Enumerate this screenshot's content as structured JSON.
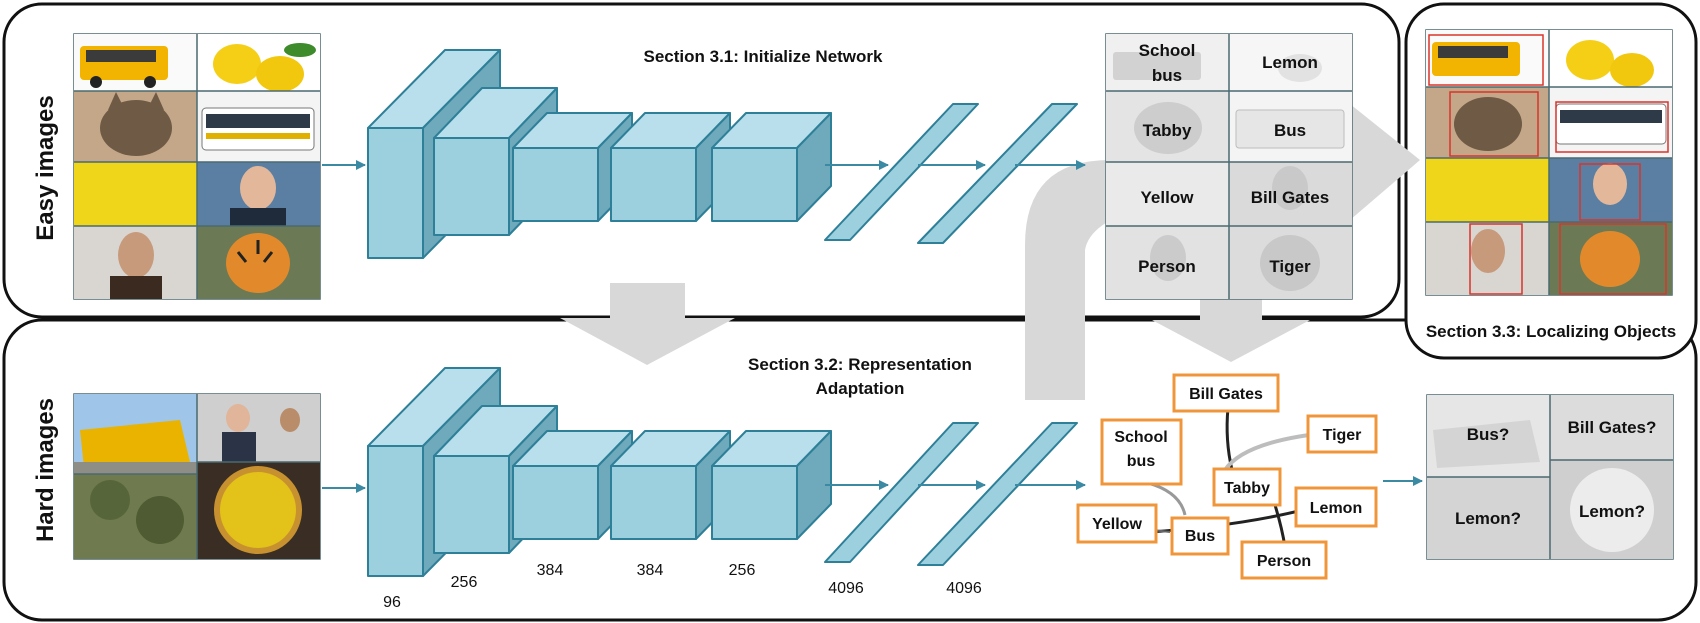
{
  "sections": {
    "initialize": "Section 3.1: Initialize Network",
    "adaptation_line1": "Section 3.2: Representation",
    "adaptation_line2": "Adaptation",
    "localizing": "Section 3.3: Localizing Objects"
  },
  "row_labels": {
    "easy": "Easy images",
    "hard": "Hard images"
  },
  "layer_sizes": [
    "96",
    "256",
    "384",
    "384",
    "256",
    "4096",
    "4096"
  ],
  "easy_predictions": [
    "School",
    "bus",
    "Lemon",
    "Tabby",
    "Bus",
    "Yellow",
    "Bill Gates",
    "Person",
    "Tiger"
  ],
  "graph_nodes": [
    "Bill Gates",
    "School",
    "bus",
    "Tiger",
    "Tabby",
    "Lemon",
    "Yellow",
    "Bus",
    "Person"
  ],
  "hard_predictions": [
    "Bus?",
    "Bill Gates?",
    "Lemon?",
    "Lemon?"
  ],
  "colors": {
    "layer_front": "#9dd0df",
    "layer_top": "#b8dfeb",
    "layer_side": "#6fa9bc",
    "layer_stroke": "#2e7f98",
    "node_border": "#f0963a",
    "big_arrow": "#d8d8d8",
    "arrow": "#3a8aa4"
  }
}
